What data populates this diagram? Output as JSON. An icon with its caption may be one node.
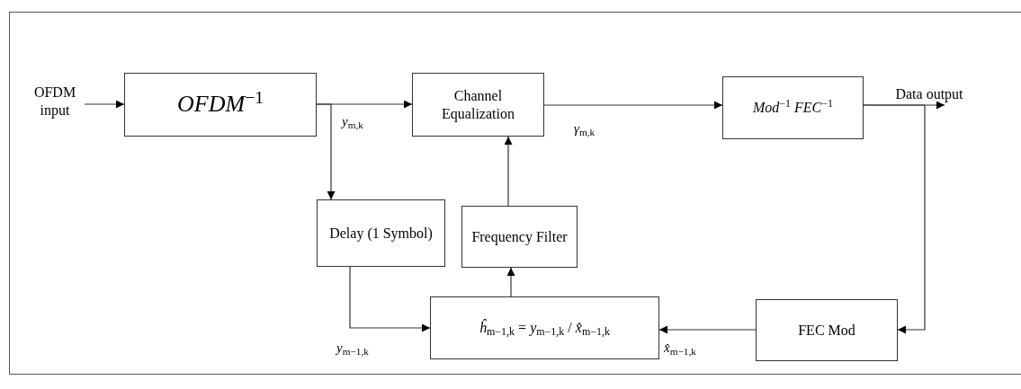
{
  "diagram": {
    "nodes": [
      {
        "text": [
          "OFDM input"
        ]
      },
      {
        "text": [
          "*OFDM*$^{−1}$"
        ]
      },
      {
        "text": [
          "Channel Equalization"
        ]
      },
      {
        "text": [
          "*Mod*$^{−1}$ *FEC*$^{−1}$"
        ]
      },
      {
        "text": [
          "Data output"
        ]
      },
      {
        "text": [
          "Delay (1 Symbol)"
        ]
      },
      {
        "text": [
          "Frequency Filter"
        ]
      },
      {
        "text": [
          "*ĥ*$_{m−1,k}$ = *y*$_{m−1,k}$ / *x̂*$_{m−1,k}$"
        ]
      },
      {
        "text": [
          "FEC Mod"
        ]
      }
    ],
    "edges": [
      {
        "from": 0,
        "to": 1,
        "arrow": "to"
      },
      {
        "from": 1,
        "to": 2,
        "arrow": "to",
        "label": "*y*$_{m,k}$"
      },
      {
        "from": 1,
        "to": 5,
        "arrow": "to"
      },
      {
        "from": 2,
        "to": 3,
        "arrow": "to",
        "label": "*γ*$_{m,k}$"
      },
      {
        "from": 3,
        "to": 4,
        "arrow": "to"
      },
      {
        "from": 3,
        "to": 8,
        "arrow": "to"
      },
      {
        "from": 5,
        "to": 7,
        "arrow": "to",
        "label": "*y*$_{m−1,k}$"
      },
      {
        "from": 6,
        "to": 2,
        "arrow": "to"
      },
      {
        "from": 7,
        "to": 6,
        "arrow": "to"
      },
      {
        "from": 8,
        "to": 7,
        "arrow": "to",
        "label": "*x̂*$_{m−1,k}$"
      }
    ]
  }
}
